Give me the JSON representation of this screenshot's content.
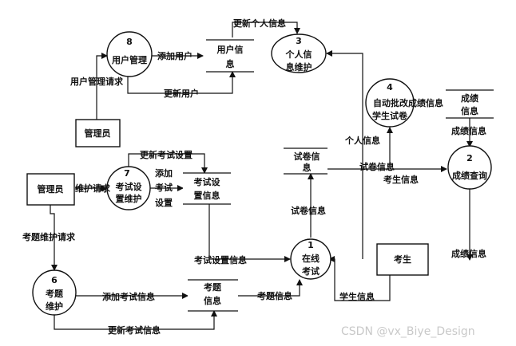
{
  "processes": [
    {
      "num": "1",
      "line1": "在线",
      "line2": "考试"
    },
    {
      "num": "2",
      "line1": "成绩查询",
      "line2": ""
    },
    {
      "num": "3",
      "line1": "个人信",
      "line2": "息维护"
    },
    {
      "num": "4",
      "line1": "自动批改成绩信息",
      "line2": "学生试卷"
    },
    {
      "num": "6",
      "line1": "考题",
      "line2": "维护"
    },
    {
      "num": "7",
      "line1": "考试设",
      "line2": "置维护"
    },
    {
      "num": "8",
      "line1": "用户管理",
      "line2": ""
    }
  ],
  "entities": {
    "admin_top": "管理员",
    "admin_left": "管理员",
    "student": "考生"
  },
  "stores": {
    "user_info": {
      "line1": "用户信",
      "line2": "息"
    },
    "exam_settings": {
      "line1": "考试设",
      "line2": "置信息"
    },
    "exam_paper": {
      "line1": "试卷信",
      "line2": "息"
    },
    "score": {
      "line1": "成绩",
      "line2": "信息"
    },
    "question": {
      "line1": "考题",
      "line2": "信息"
    }
  },
  "flows": {
    "update_personal_info": "更新个人信息",
    "add_user": "添加用户",
    "update_user": "更新用户",
    "user_mgmt_request": "用户管理请求",
    "personal_info": "个人信息",
    "score_info_top": "成绩信息",
    "paper_info_right": "试卷信息",
    "student_info_right": "考生信息",
    "update_exam_settings": "更新考试设置",
    "add_exam_settings_1": "添加",
    "add_exam_settings_2": "考试",
    "add_exam_settings_3": "设置",
    "maintain_request": "维护请求",
    "question_maintain_request": "考题维护请求",
    "paper_info_up": "试卷信息",
    "exam_settings_info": "考试设置信息",
    "score_info_bottom": "成绩信息",
    "add_exam_info": "添加考试信息",
    "question_info": "考题信息",
    "student_info_bottom": "学生信息",
    "update_exam_info": "更新考试信息"
  },
  "watermark": "CSDN @vx_Biye_Design"
}
